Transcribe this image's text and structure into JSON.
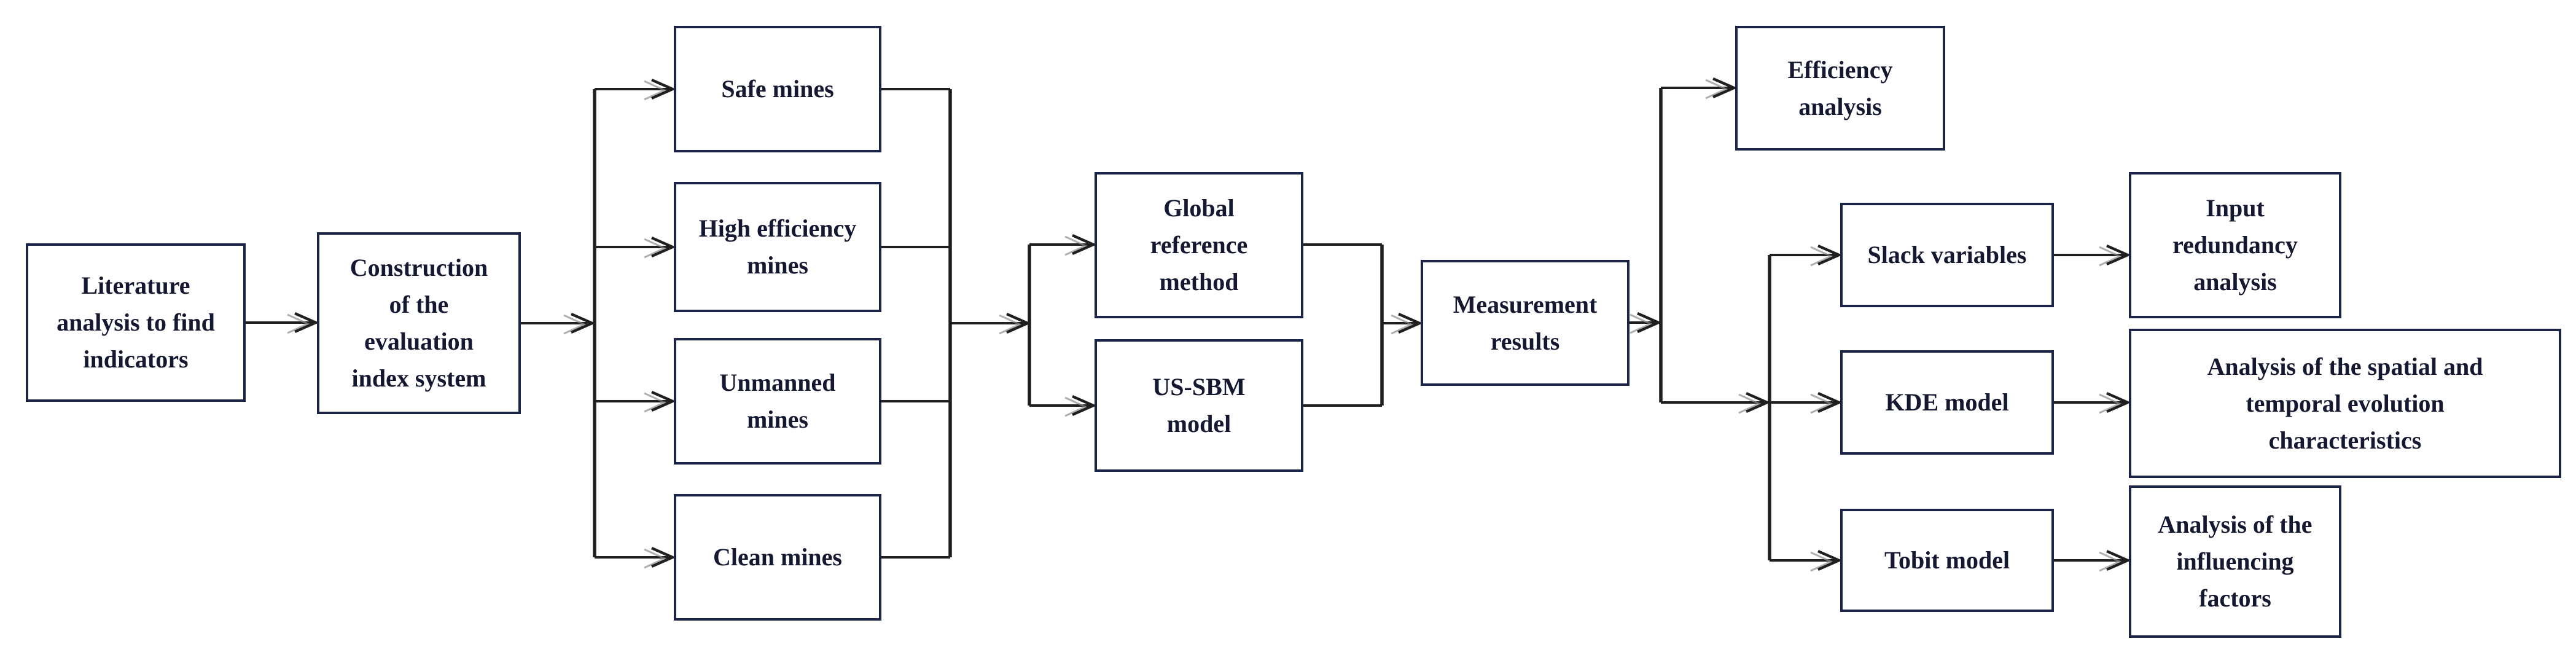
{
  "figure": {
    "type": "flowchart",
    "colors": {
      "background": "#ffffff",
      "box_fill": "#ffffff",
      "box_border": "#1b2347",
      "text": "#141830",
      "line": "#1f1f1f",
      "arrow_ghost": "#8c8c8c"
    },
    "nodes": [
      {
        "id": "literature-analysis",
        "label": "Literature\nanalysis to find\nindicators"
      },
      {
        "id": "construction-index-system",
        "label": "Construction\nof the\nevaluation\nindex system"
      },
      {
        "id": "safe-mines",
        "label": "Safe mines"
      },
      {
        "id": "high-efficiency-mines",
        "label": "High efficiency\nmines"
      },
      {
        "id": "unmanned-mines",
        "label": "Unmanned\nmines"
      },
      {
        "id": "clean-mines",
        "label": "Clean mines"
      },
      {
        "id": "global-reference-method",
        "label": "Global\nreference\nmethod"
      },
      {
        "id": "us-sbm-model",
        "label": "US-SBM\nmodel"
      },
      {
        "id": "measurement-results",
        "label": "Measurement\nresults"
      },
      {
        "id": "efficiency-analysis",
        "label": "Efficiency\nanalysis"
      },
      {
        "id": "slack-variables",
        "label": "Slack variables"
      },
      {
        "id": "kde-model",
        "label": "KDE model"
      },
      {
        "id": "tobit-model",
        "label": "Tobit model"
      },
      {
        "id": "input-redundancy-analysis",
        "label": "Input\nredundancy\nanalysis"
      },
      {
        "id": "spatial-temporal-analysis",
        "label": "Analysis of the spatial and\ntemporal evolution\ncharacteristics"
      },
      {
        "id": "influencing-factors-analysis",
        "label": "Analysis of the\ninfluencing\nfactors"
      }
    ],
    "edges": [
      {
        "from": [
          "literature-analysis"
        ],
        "to": [
          "construction-index-system"
        ]
      },
      {
        "from": [
          "construction-index-system"
        ],
        "to": [
          "safe-mines",
          "high-efficiency-mines",
          "unmanned-mines",
          "clean-mines"
        ]
      },
      {
        "from": [
          "safe-mines",
          "high-efficiency-mines",
          "unmanned-mines",
          "clean-mines"
        ],
        "to": [
          "global-reference-method",
          "us-sbm-model"
        ]
      },
      {
        "from": [
          "global-reference-method",
          "us-sbm-model"
        ],
        "to": [
          "measurement-results"
        ]
      },
      {
        "from": [
          "measurement-results"
        ],
        "to": [
          "efficiency-analysis",
          "slack-variables",
          "kde-model",
          "tobit-model"
        ]
      },
      {
        "from": [
          "slack-variables"
        ],
        "to": [
          "input-redundancy-analysis"
        ]
      },
      {
        "from": [
          "kde-model"
        ],
        "to": [
          "spatial-temporal-analysis"
        ]
      },
      {
        "from": [
          "tobit-model"
        ],
        "to": [
          "influencing-factors-analysis"
        ]
      }
    ]
  }
}
